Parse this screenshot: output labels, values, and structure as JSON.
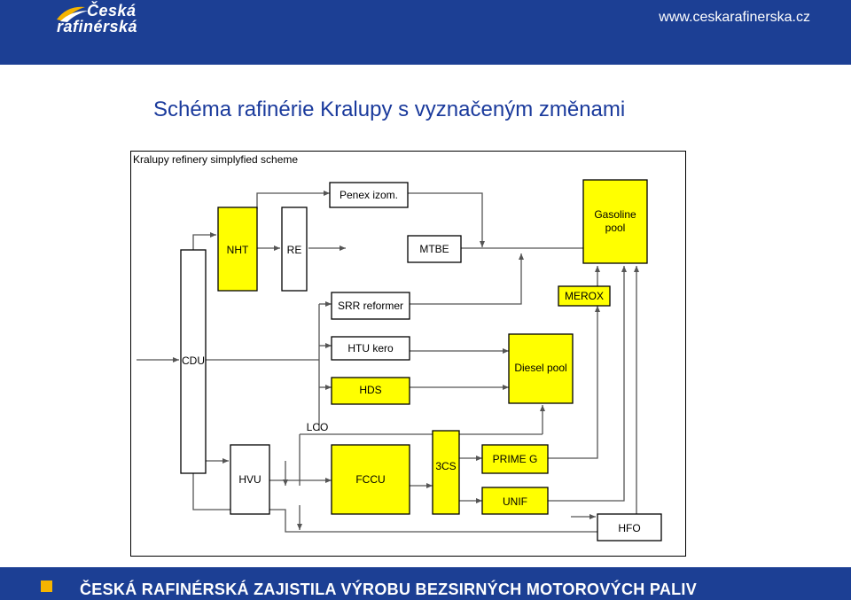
{
  "header": {
    "logo_line1": "Česká",
    "logo_line2": "rafinérská",
    "url": "www.ceskarafinerska.cz"
  },
  "title": "Schéma rafinérie Kralupy s vyznačeným změnami",
  "diagram": {
    "caption": "Kralupy refinery simplyfied scheme",
    "nodes": {
      "penex": "Penex izom.",
      "gasoline_line1": "Gasoline",
      "gasoline_line2": "pool",
      "nht": "NHT",
      "re": "RE",
      "mtbe": "MTBE",
      "srr": "SRR reformer",
      "merox": "MEROX",
      "cdu": "CDU",
      "htu": "HTU kero",
      "diesel": "Diesel pool",
      "hds": "HDS",
      "lco": "LCO",
      "hvu": "HVU",
      "fccu": "FCCU",
      "cs3": "3CS",
      "prime": "PRIME G",
      "unif": "UNIF",
      "hfo": "HFO"
    },
    "colors": {
      "process_unit": "#ffff00",
      "pool": "#ffff00",
      "neutral": "#ffffff",
      "frame": "#000000"
    }
  },
  "footer": {
    "text": "ČESKÁ RAFINÉRSKÁ ZAJISTILA VÝROBU BEZSIRNÝCH MOTOROVÝCH PALIV"
  }
}
